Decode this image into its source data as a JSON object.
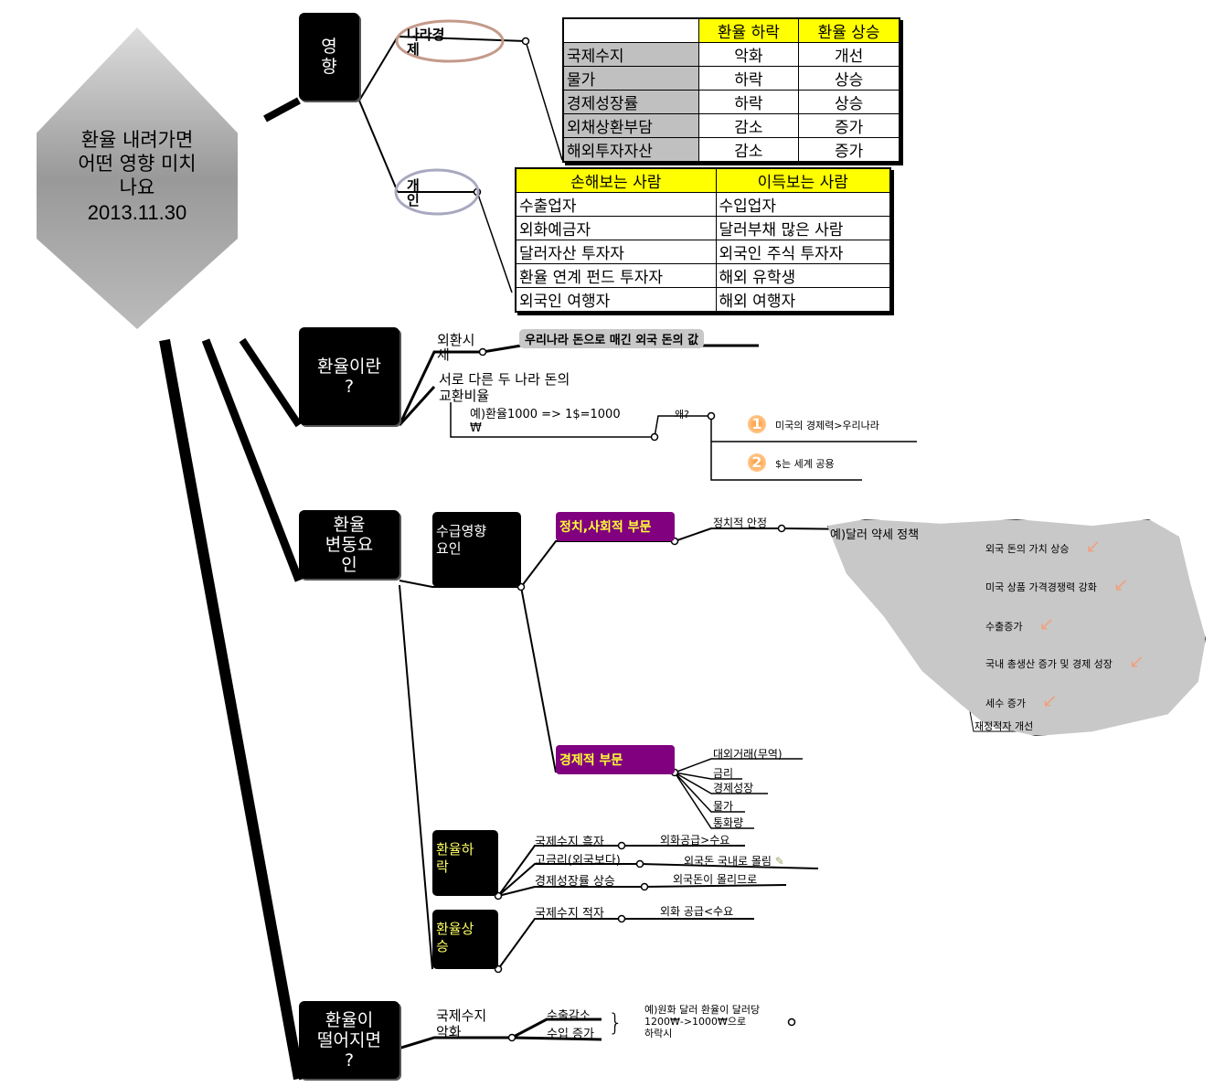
{
  "title_card": {
    "lines": "환율 내려가면\n어떤 영향 미치\n나요",
    "date": "2013.11.30"
  },
  "nodes": {
    "influence": "영\n향",
    "what_is": "환율이란\n?",
    "factors": "환율\n변동요\n인",
    "if_falls": "환율이\n떨어지면\n?"
  },
  "influence": {
    "national": "나라경\n제",
    "personal": "개\n인",
    "table1": {
      "headers": [
        "",
        "환율 하락",
        "환율 상승"
      ],
      "rows": [
        [
          "국제수지",
          "악화",
          "개선"
        ],
        [
          "물가",
          "하락",
          "상승"
        ],
        [
          "경제성장률",
          "하락",
          "상승"
        ],
        [
          "외채상환부담",
          "감소",
          "증가"
        ],
        [
          "해외투자자산",
          "감소",
          "증가"
        ]
      ]
    },
    "table2": {
      "headers": [
        "손해보는 사람",
        "이득보는 사람"
      ],
      "rows": [
        [
          "수출업자",
          "수입업자"
        ],
        [
          "외화예금자",
          "달러부채 많은 사람"
        ],
        [
          "달러자산 투자자",
          "외국인 주식 투자자"
        ],
        [
          "환율 연계 펀드 투자자",
          "해외 유학생"
        ],
        [
          "외국인 여행자",
          "해외 여행자"
        ]
      ]
    }
  },
  "what_is": {
    "market": "외환시\n세",
    "market_def": "우리나라 돈으로 매긴 외국 돈의 값",
    "ratio": "서로 다른 두 나라 돈의\n교환비율",
    "example": "예)환율1000 => 1$=1000\n₩",
    "why": "왜?",
    "reasons": [
      {
        "num": "1",
        "text": "미국의 경제력>우리나라"
      },
      {
        "num": "2",
        "text": "$는 세계 공용"
      }
    ]
  },
  "factors": {
    "supply": "수급영향\n요인",
    "political": "정치,사회적 부문",
    "political_child": "정치적 안정",
    "policy": "예)달러 약세 정책",
    "policy_effects": [
      "외국 돈의 가치 상승",
      "미국 상품 가격경쟁력 강화",
      "수출증가",
      "국내 총생산 증가 및 경제 성장",
      "세수 증가",
      "재정적자 개선"
    ],
    "economic": "경제적 부문",
    "economic_items": [
      "대외거래(무역)",
      "금리",
      "경제성장",
      "물가",
      "통화량"
    ],
    "fall": "환율하\n락",
    "fall_items": [
      {
        "cause": "국제수지 흑자",
        "result": "외화공급>수요"
      },
      {
        "cause": "고금리(외국보다)",
        "result": "외국돈 국내로 몰림"
      },
      {
        "cause": "경제성장률 상승",
        "result": "외국돈이 몰리므로"
      }
    ],
    "rise": "환율상\n승",
    "rise_items": [
      {
        "cause": "국제수지 적자",
        "result": "외화 공급<수요"
      }
    ]
  },
  "if_falls": {
    "balance": "국제수지\n악화",
    "items": [
      "수출감소",
      "수입 증가"
    ],
    "example": "예)원화 달러 환율이 달러당\n1200₩->1000₩으로\n하락시"
  }
}
